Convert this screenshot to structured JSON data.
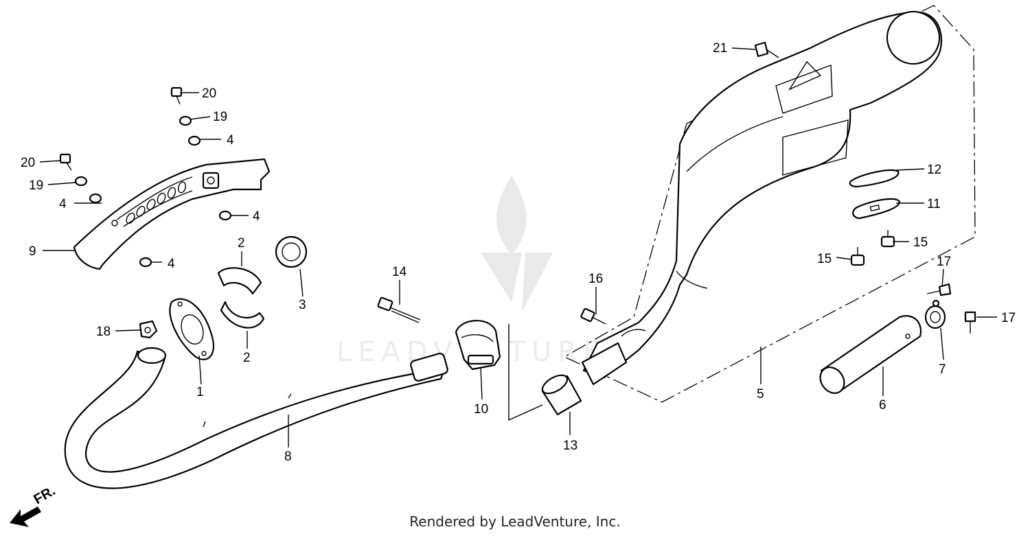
{
  "diagram": {
    "callouts": [
      {
        "id": "1",
        "text": "1"
      },
      {
        "id": "2a",
        "text": "2"
      },
      {
        "id": "2b",
        "text": "2"
      },
      {
        "id": "3",
        "text": "3"
      },
      {
        "id": "4a",
        "text": "4"
      },
      {
        "id": "4b",
        "text": "4"
      },
      {
        "id": "4c",
        "text": "4"
      },
      {
        "id": "4d",
        "text": "4"
      },
      {
        "id": "5",
        "text": "5"
      },
      {
        "id": "6",
        "text": "6"
      },
      {
        "id": "7",
        "text": "7"
      },
      {
        "id": "8",
        "text": "8"
      },
      {
        "id": "9",
        "text": "9"
      },
      {
        "id": "10",
        "text": "10"
      },
      {
        "id": "11",
        "text": "11"
      },
      {
        "id": "12",
        "text": "12"
      },
      {
        "id": "13",
        "text": "13"
      },
      {
        "id": "14",
        "text": "14"
      },
      {
        "id": "15a",
        "text": "15"
      },
      {
        "id": "15b",
        "text": "15"
      },
      {
        "id": "16",
        "text": "16"
      },
      {
        "id": "17a",
        "text": "17"
      },
      {
        "id": "17b",
        "text": "17"
      },
      {
        "id": "18",
        "text": "18"
      },
      {
        "id": "19a",
        "text": "19"
      },
      {
        "id": "19b",
        "text": "19"
      },
      {
        "id": "20a",
        "text": "20"
      },
      {
        "id": "20b",
        "text": "20"
      },
      {
        "id": "21",
        "text": "21"
      }
    ],
    "direction_label": "FR.",
    "watermark_text": "LEADVENTURE"
  },
  "footer": {
    "text": "Rendered by LeadVenture, Inc."
  }
}
